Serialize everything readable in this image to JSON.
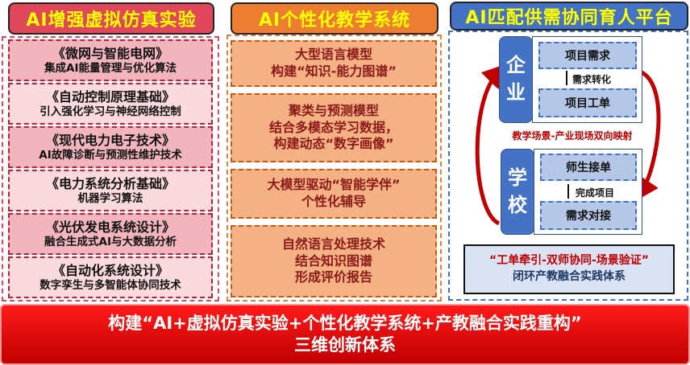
{
  "left": {
    "header": "AI增强虚拟仿真实验",
    "items": [
      {
        "title": "《微网与智能电网》",
        "sub": "集成AI能量管理与优化算法"
      },
      {
        "title": "《自动控制原理基础》",
        "sub": "引入强化学习与神经网络控制"
      },
      {
        "title": "《现代电力电子技术》",
        "sub": "AI故障诊断与预测性维护技术"
      },
      {
        "title": "《电力系统分析基础》",
        "sub": "机器学习算法"
      },
      {
        "title": "《光伏发电系统设计》",
        "sub": "融合生成式AI与大数据分析"
      },
      {
        "title": "《自动化系统设计》",
        "sub": "数字孪生与多智能体协同技术"
      }
    ]
  },
  "middle": {
    "header": "AI个性化教学系统",
    "items": [
      {
        "lines": [
          "大型语言模型",
          "构建“知识-能力图谱”"
        ]
      },
      {
        "lines": [
          "聚类与预测模型",
          "结合多模态学习数据，",
          "构建动态“数字画像”"
        ]
      },
      {
        "lines": [
          "大模型驱动“智能学伴”",
          "个性化辅导"
        ]
      },
      {
        "lines": [
          "自然语言处理技术",
          "结合知识图谱",
          "形成评价报告"
        ]
      }
    ]
  },
  "right": {
    "header": "AI匹配供需协同育人平台",
    "enterprise_label": [
      "企",
      "业"
    ],
    "school_label": [
      "学",
      "校"
    ],
    "enterprise_boxes": [
      "项目需求",
      "项目工单"
    ],
    "enterprise_arrow": "需求转化",
    "school_boxes": [
      "师生接单",
      "需求对接"
    ],
    "school_arrow": "完成项目",
    "mapping": "教学场景-产业现场双向映射",
    "summary_line1": "“工单牵引-双师协同-场景验证”",
    "summary_line2": "闭环产教融合实践体系"
  },
  "banner": {
    "line1": "构建“AI+虚拟仿真实验+个性化教学系统+产教融合实践重构”",
    "line2": "三维创新体系"
  },
  "colors": {
    "red": "#e0475a",
    "orange": "#ed7d31",
    "blue": "#4472c4",
    "banner": "#e00000"
  }
}
